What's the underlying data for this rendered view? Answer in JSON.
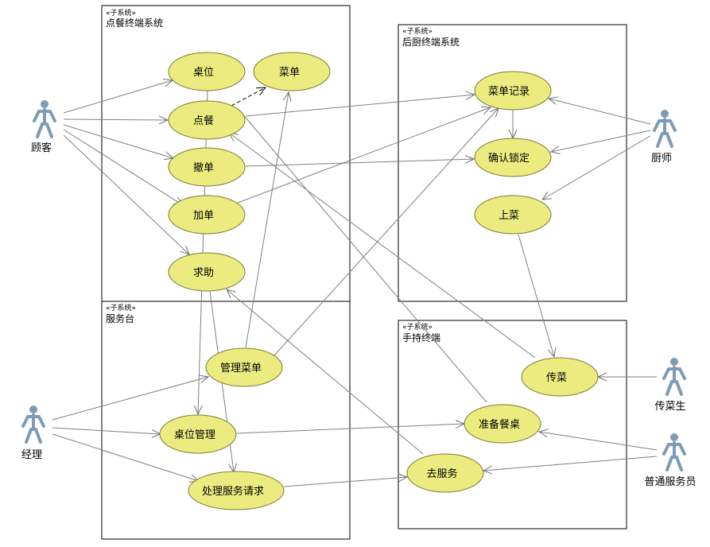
{
  "colors": {
    "usecase_fill": "#ebeb80",
    "usecase_stroke": "#7a7a30",
    "actor_color": "#7d9bb5",
    "line_color": "#7f7f7f",
    "box_stroke": "#000000"
  },
  "subsystems": {
    "ordering": {
      "stereotype": "«子系统»",
      "name": "点餐终端系统"
    },
    "kitchen": {
      "stereotype": "«子系统»",
      "name": "后厨终端系统"
    },
    "service_desk": {
      "stereotype": "«子系统»",
      "name": "服务台"
    },
    "handheld": {
      "stereotype": "«子系统»",
      "name": "手持终端"
    }
  },
  "usecases": {
    "table": "桌位",
    "menu": "菜单",
    "order": "点餐",
    "cancel": "撤单",
    "add": "加单",
    "help": "求助",
    "menu_record": "菜单记录",
    "confirm_lock": "确认锁定",
    "serve_dish": "上菜",
    "manage_menu": "管理菜单",
    "table_manage": "桌位管理",
    "handle_request": "处理服务请求",
    "deliver": "传菜",
    "prepare_table": "准备餐桌",
    "go_service": "去服务"
  },
  "actors": {
    "customer": "顾客",
    "chef": "厨师",
    "manager": "经理",
    "runner": "传菜生",
    "waiter": "普通服务员"
  }
}
